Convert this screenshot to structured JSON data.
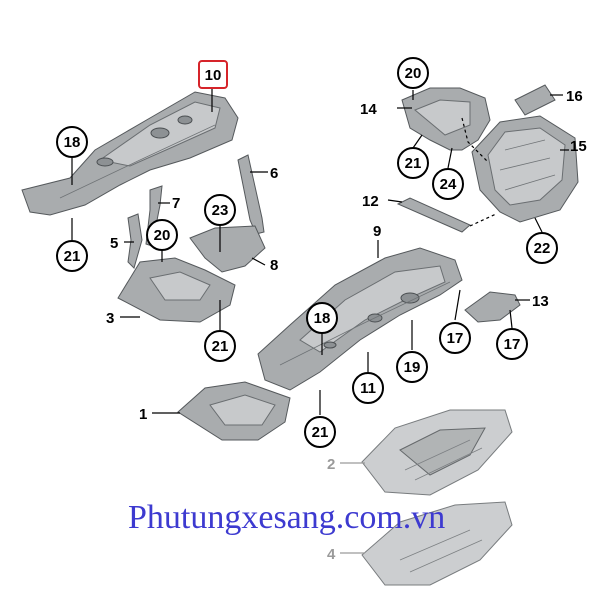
{
  "diagram": {
    "watermark": "Phutungxesang.com.vn",
    "callouts": {
      "c10": "10",
      "c18a": "18",
      "c21a": "21",
      "c6": "6",
      "c7": "7",
      "c5": "5",
      "c20a": "20",
      "c23": "23",
      "c8": "8",
      "c3": "3",
      "c21b": "21",
      "c20b": "20",
      "c14": "14",
      "c21c": "21",
      "c24": "24",
      "c16": "16",
      "c15": "15",
      "c12": "12",
      "c22": "22",
      "c9": "9",
      "c13": "13",
      "c17a": "17",
      "c17b": "17",
      "c18b": "18",
      "c19": "19",
      "c11": "11",
      "c1": "1",
      "c21d": "21",
      "c2": "2",
      "c4": "4"
    }
  }
}
